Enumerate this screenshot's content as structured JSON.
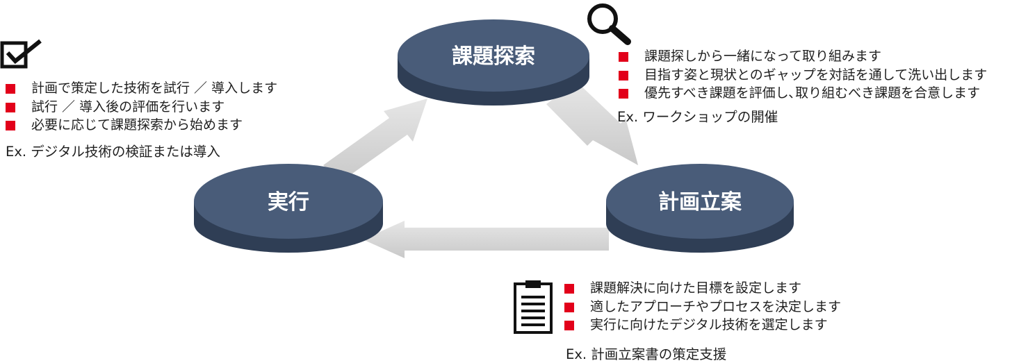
{
  "nodes": {
    "explore": {
      "label": "課題探索"
    },
    "plan": {
      "label": "計画立案"
    },
    "execute": {
      "label": "実行"
    }
  },
  "explore_notes": {
    "items": [
      "課題探しから一緒になって取り組みます",
      "目指す姿と現状とのギャップを対話を通して洗い出します",
      "優先すべき課題を評価し､取り組むべき課題を合意します"
    ],
    "example": "Ex. ワークショップの開催",
    "icon": "magnifier-icon"
  },
  "plan_notes": {
    "items": [
      "課題解決に向けた目標を設定します",
      "適したアプローチやプロセスを決定します",
      "実行に向けたデジタル技術を選定します"
    ],
    "example": "Ex. 計画立案書の策定支援",
    "icon": "clipboard-icon"
  },
  "execute_notes": {
    "items": [
      "計画で策定した技術を試行 ／ 導入します",
      "試行 ／ 導入後の評価を行います",
      "必要に応じて課題探索から始めます"
    ],
    "example": "Ex. デジタル技術の検証または導入",
    "icon": "checkbox-icon"
  },
  "colors": {
    "disk_top": "#495c79",
    "disk_side": "#2f3e55",
    "arrow": "#d6d6d6",
    "bullet": "#e2001a"
  }
}
